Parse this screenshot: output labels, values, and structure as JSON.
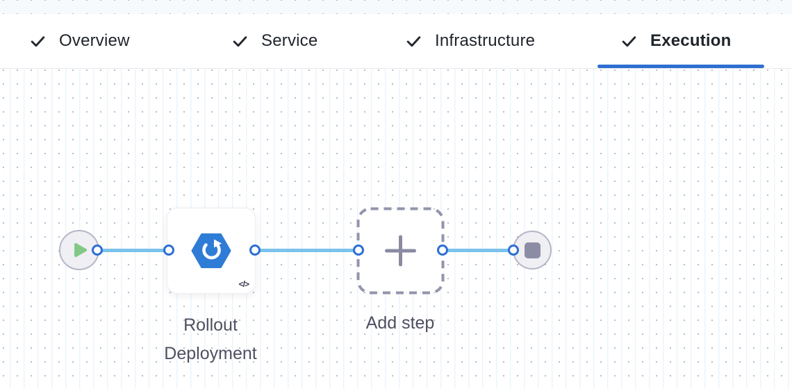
{
  "header": {
    "tabs": [
      {
        "label": "Overview",
        "icon": "check-icon",
        "status": "completed",
        "active": false
      },
      {
        "label": "Service",
        "icon": "check-icon",
        "status": "completed",
        "active": false
      },
      {
        "label": "Infrastructure",
        "icon": "check-icon",
        "status": "completed",
        "active": false
      },
      {
        "label": "Execution",
        "icon": "check-icon",
        "status": "completed",
        "active": true
      }
    ]
  },
  "canvas": {
    "start_node": {
      "icon": "play-icon"
    },
    "rollout_step": {
      "label": "Rollout Deployment",
      "icon": "rollout-deployment-icon",
      "badge": "</>"
    },
    "add_step": {
      "label": "Add step",
      "icon": "plus-icon"
    },
    "end_node": {
      "icon": "stop-icon"
    }
  },
  "colors": {
    "active_tab_underline": "#2e6ed0",
    "tab_text": "#20252b",
    "connector_blue": "#7bc2ee",
    "port_border_blue": "#2e6fd2",
    "step_icon_blue": "#2f7cd7",
    "play_green": "#83c886",
    "node_gray": "#8c8da5",
    "dashed_border_gray": "#9294ab",
    "label_text": "#4e4f61",
    "grid_dot": "#b7bdc7",
    "grid_line": "#ecf4fb"
  }
}
